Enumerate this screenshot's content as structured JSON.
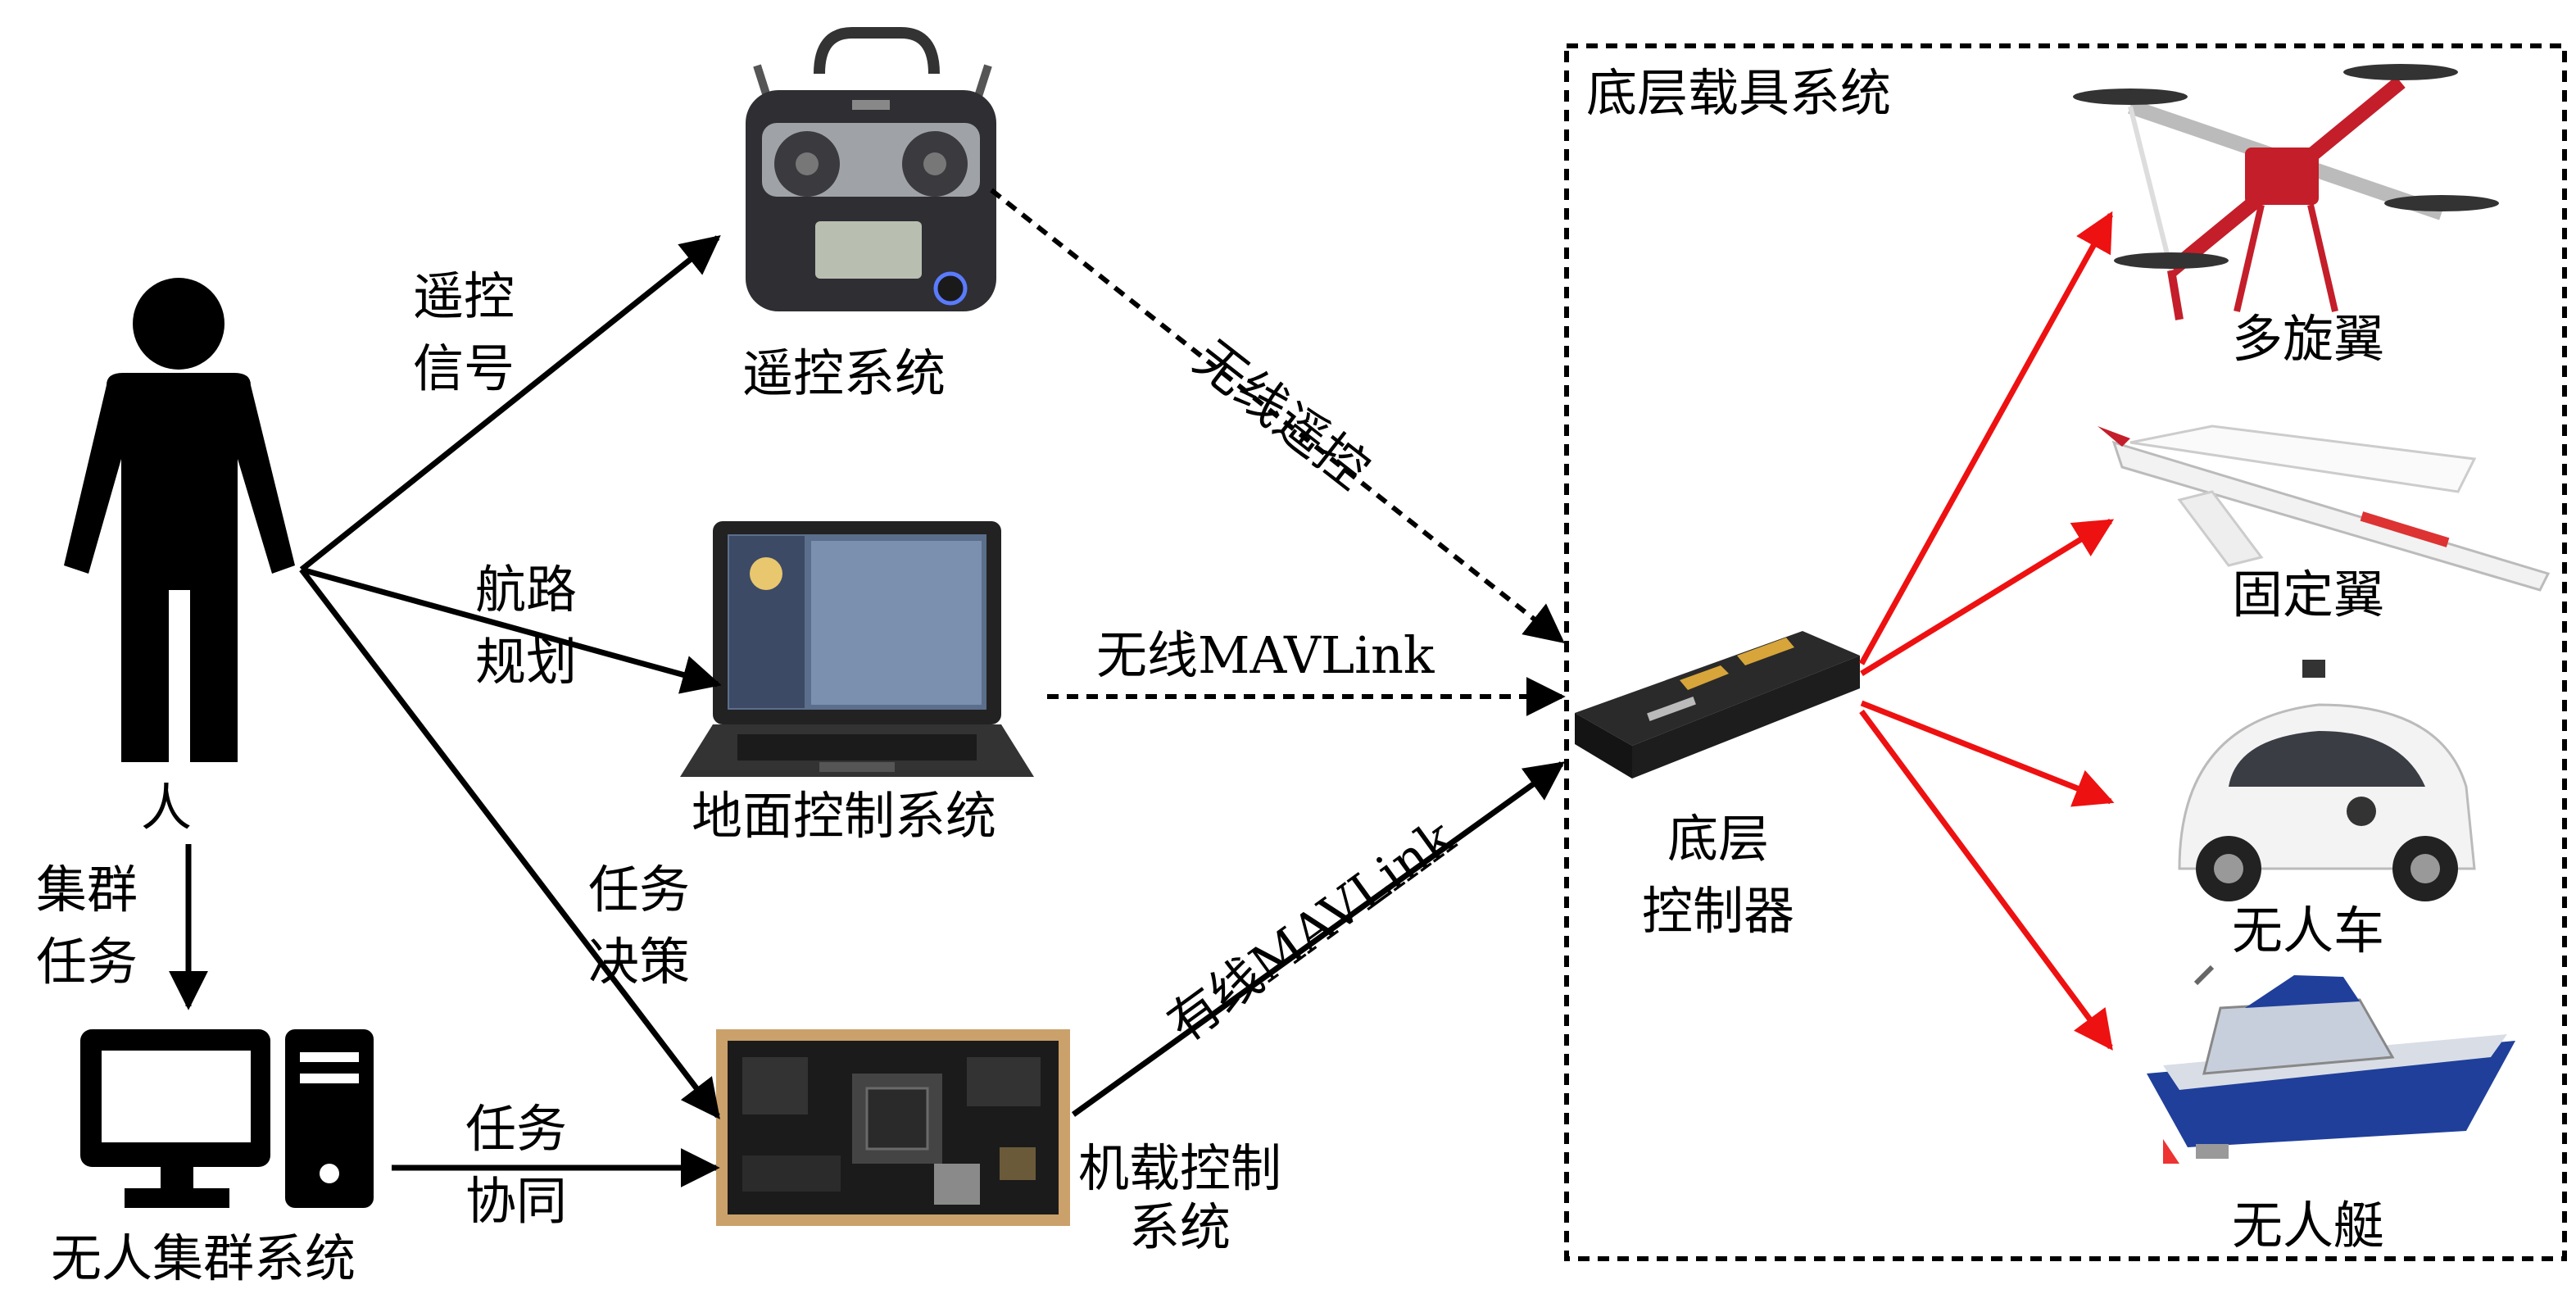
{
  "colors": {
    "black": "#000000",
    "red": "#ee1111",
    "frame": "#000000"
  },
  "nodes": {
    "person": "人",
    "rc_system": "遥控系统",
    "gcs": "地面控制系统",
    "onboard": "机载控制\n系统",
    "swarm": "无人集群系统",
    "low_controller": "底层\n控制器",
    "vehicle_system_title": "底层载具系统",
    "multirotor": "多旋翼",
    "fixed_wing": "固定翼",
    "ugv": "无人车",
    "usv": "无人艇"
  },
  "edges": {
    "rc_signal": "遥控\n信号",
    "route_planning": "航路\n规划",
    "task_decision": "任务\n决策",
    "swarm_task": "集群\n任务",
    "task_coop": "任务\n协同",
    "wireless_rc": "无线遥控",
    "wireless_mavlink": "无线MAVLink",
    "wired_mavlink": "有线MAVLink"
  },
  "icons": {
    "person": "person-silhouette-icon",
    "computer": "desktop-computer-icon",
    "rc": "rc-transmitter-icon",
    "laptop": "laptop-icon",
    "board": "nvidia-board-icon",
    "pixhawk": "flight-controller-icon",
    "drone": "quadcopter-icon",
    "plane": "fixed-wing-plane-icon",
    "car": "driverless-car-icon",
    "boat": "boat-icon"
  }
}
